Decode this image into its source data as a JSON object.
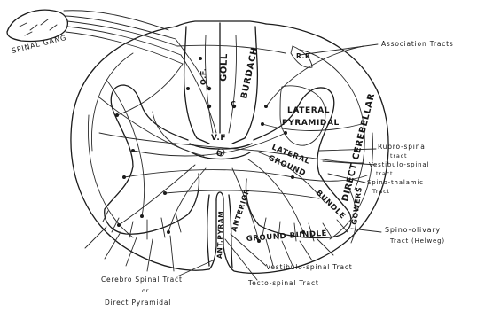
{
  "labels": {
    "spinal_gang": "SPINAL GANG",
    "association_tracts": "Association Tracts",
    "goll": "GOLL",
    "burdach": "BURDACH",
    "of": "O.F.",
    "c": "C",
    "rb": "R.B",
    "direct_cerebellar": "DIRECT CEREBELLAR",
    "lateral": "LATERAL",
    "pyramidal": "PYRAMIDAL",
    "vf": "V.F",
    "o": "O",
    "lateral2": "LATERAL",
    "ground": "GROUND",
    "bundle": "BUNDLE",
    "gowers": "GOWERS",
    "rubro_spinal_1": "Rubro-spinal",
    "rubro_spinal_2": "tract",
    "vestibulo_spinal_1": "Vestibulo-spinal",
    "vestibulo_spinal_2": "tract",
    "spino_thalamic_1": "Spino-thalamic",
    "spino_thalamic_2": "Tract",
    "spino_olivary_1": "Spino-olivary",
    "spino_olivary_2": "Tract (Helweg)",
    "anterior": "ANTERIOR",
    "ground_bundle": "GROUND BUNDLE",
    "arc_pyram": "ANT.PYRAM",
    "vestibulo_spinal_tract": "Vestibulo-spinal Tract",
    "tecto_spinal_tract": "Tecto-spinal Tract",
    "cerebro_spinal_1": "Cerebro Spinal Tract",
    "cerebro_spinal_2": "or",
    "cerebro_spinal_3": "Direct Pyramidal"
  }
}
